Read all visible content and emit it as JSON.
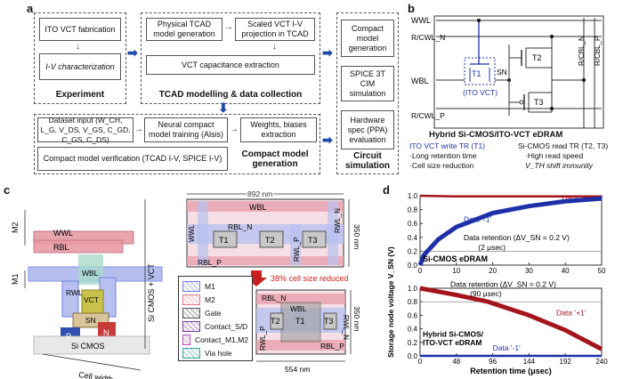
{
  "panel_labels": {
    "a": "a",
    "b": "b",
    "c": "c",
    "d": "d"
  },
  "flow": {
    "exp_box1": "ITO VCT fabrication",
    "exp_box2": "I-V characterization",
    "exp_title": "Experiment",
    "tcad_box1": "Physical TCAD model generation",
    "tcad_box2": "Scaled VCT I-V projection in TCAD",
    "tcad_box3": "VCT capacitance extraction",
    "tcad_title": "TCAD modelling & data collection",
    "cm_box1": "Dataset input (W_CH, L_G, V_DS, V_GS, C_GD, C_GS, C_DS)",
    "cm_box2": "Neural compact model training (Alsis)",
    "cm_box3": "Weights, biases extraction",
    "cm_box4": "Compact model verification (TCAD I-V, SPICE I-V)",
    "cm_title": "Compact model generation",
    "cs_box1": "Compact model generation",
    "cs_box2": "SPICE 3T CIM simulation",
    "cs_box3": "Hardware spec (PPA) evaluation",
    "cs_title": "Circuit simulation"
  },
  "circuit": {
    "wwl": "WWL",
    "rcwl_n": "R/CWL_N",
    "wbl": "WBL",
    "rcwl_p": "R/CWL_P",
    "sn": "SN",
    "t1": "T1",
    "ito": "(ITO VCT)",
    "t2": "T2",
    "t3": "T3",
    "rcbl_n": "R/CBL_N",
    "rcbl_p": "R/CBL_P",
    "title": "Hybrid Si-CMOS/ITO-VCT eDRAM",
    "left_head": "ITO VCT write TR (T1)",
    "left_1": "·Long retention time",
    "left_2": "·Cell size reduction",
    "right_head": "Si-CMOS read TR (T2, T3)",
    "right_1": "·High read speed",
    "right_2": "V_TH shift immunity"
  },
  "structure": {
    "m2": "M2",
    "m1": "M1",
    "wwl": "WWL",
    "rbl": "RBL",
    "rwl": "RWL",
    "wbl": "WBL",
    "vct": "VCT",
    "sn": "SN",
    "p": "P",
    "n": "N",
    "sicmos": "Si CMOS",
    "side": "Si CMOS + VCT",
    "cell_width": "Cell width"
  },
  "layout": {
    "top_width": "892 nm",
    "top_height": "350 nm",
    "wbl": "WBL",
    "wwl": "WWL",
    "rbl_n": "RBL_N",
    "rbl_p": "RBL_P",
    "rwl_n": "RWL_N",
    "rwl_p": "RWL_P",
    "t1": "T1",
    "t2": "T2",
    "t3": "T3",
    "reduced": "38% cell size reduced",
    "bot_width": "554 nm",
    "bot_height": "350 nm",
    "legend": [
      "M1",
      "M2",
      "Gate",
      "Contact_S/D",
      "Contact_M1,M2",
      "Via hole"
    ],
    "legend_colors": [
      "#6f7fe0",
      "#e07a8c",
      "#555555",
      "#7a3aa0",
      "#c04dc0",
      "#3aa0a0"
    ]
  },
  "chart_data": [
    {
      "type": "line",
      "title": "Si-CMOS eDRAM",
      "xlabel": "",
      "ylabel": "Storage node voltage V_SN (V)",
      "xlim": [
        0,
        50
      ],
      "ylim": [
        0,
        1.0
      ],
      "xticks": [
        0,
        10,
        20,
        30,
        40,
        50
      ],
      "yticks": [
        0.0,
        0.2,
        0.4,
        0.6,
        0.8,
        1.0
      ],
      "series": [
        {
          "name": "Data '+1'",
          "x": [
            0,
            10,
            20,
            30,
            40,
            50
          ],
          "y": [
            1.0,
            0.99,
            0.99,
            0.99,
            0.99,
            0.99
          ]
        },
        {
          "name": "Data '-1'",
          "x": [
            0,
            1,
            2,
            5,
            10,
            20,
            30,
            40,
            50
          ],
          "y": [
            0.0,
            0.14,
            0.2,
            0.37,
            0.55,
            0.75,
            0.85,
            0.92,
            0.96
          ]
        }
      ],
      "annotation": "Data retention (ΔV_SN = 0.2 V)",
      "annotation_value": "(2 μsec)"
    },
    {
      "type": "line",
      "title": "Hybrid Si-CMOS/ ITO-VCT eDRAM",
      "xlabel": "Retention time (μsec)",
      "ylabel": "Storage node voltage V_SN (V)",
      "xlim": [
        0,
        240
      ],
      "ylim": [
        0,
        1.0
      ],
      "xticks": [
        0,
        48,
        96,
        144,
        192,
        240
      ],
      "yticks": [
        0.0,
        0.2,
        0.4,
        0.6,
        0.8,
        1.0
      ],
      "series": [
        {
          "name": "Data '+1'",
          "x": [
            0,
            48,
            90,
            144,
            192,
            240
          ],
          "y": [
            1.0,
            0.9,
            0.8,
            0.6,
            0.38,
            0.1
          ]
        },
        {
          "name": "Data '-1'",
          "x": [
            0,
            48,
            96,
            144,
            192,
            240
          ],
          "y": [
            0.0,
            0.0,
            0.0,
            0.0,
            0.0,
            0.0
          ]
        }
      ],
      "annotation": "Data retention (ΔV_SN = 0.2 V)",
      "annotation_value": "(90 μsec)"
    }
  ]
}
